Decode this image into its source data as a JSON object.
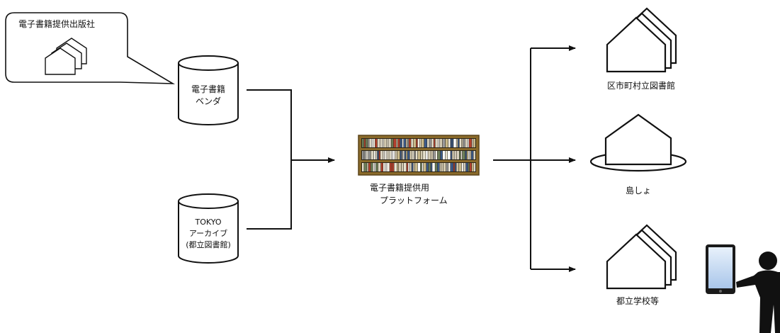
{
  "publisher": {
    "label": "電子書籍提供出版社"
  },
  "vendor": {
    "line1": "電子書籍",
    "line2": "ベンダ"
  },
  "archive": {
    "line1": "TOKYO",
    "line2": "アーカイブ",
    "line3": "(都立図書館)"
  },
  "platform": {
    "line1": "電子書籍提供用",
    "line2": "プラットフォーム"
  },
  "destinations": {
    "municipal": "区市町村立図書館",
    "islands": "島しょ",
    "schools": "都立学校等"
  },
  "colors": {
    "stroke": "#111111",
    "shelf_wood": "#8a6a2a",
    "tablet_screen": "#cfe0f5"
  }
}
